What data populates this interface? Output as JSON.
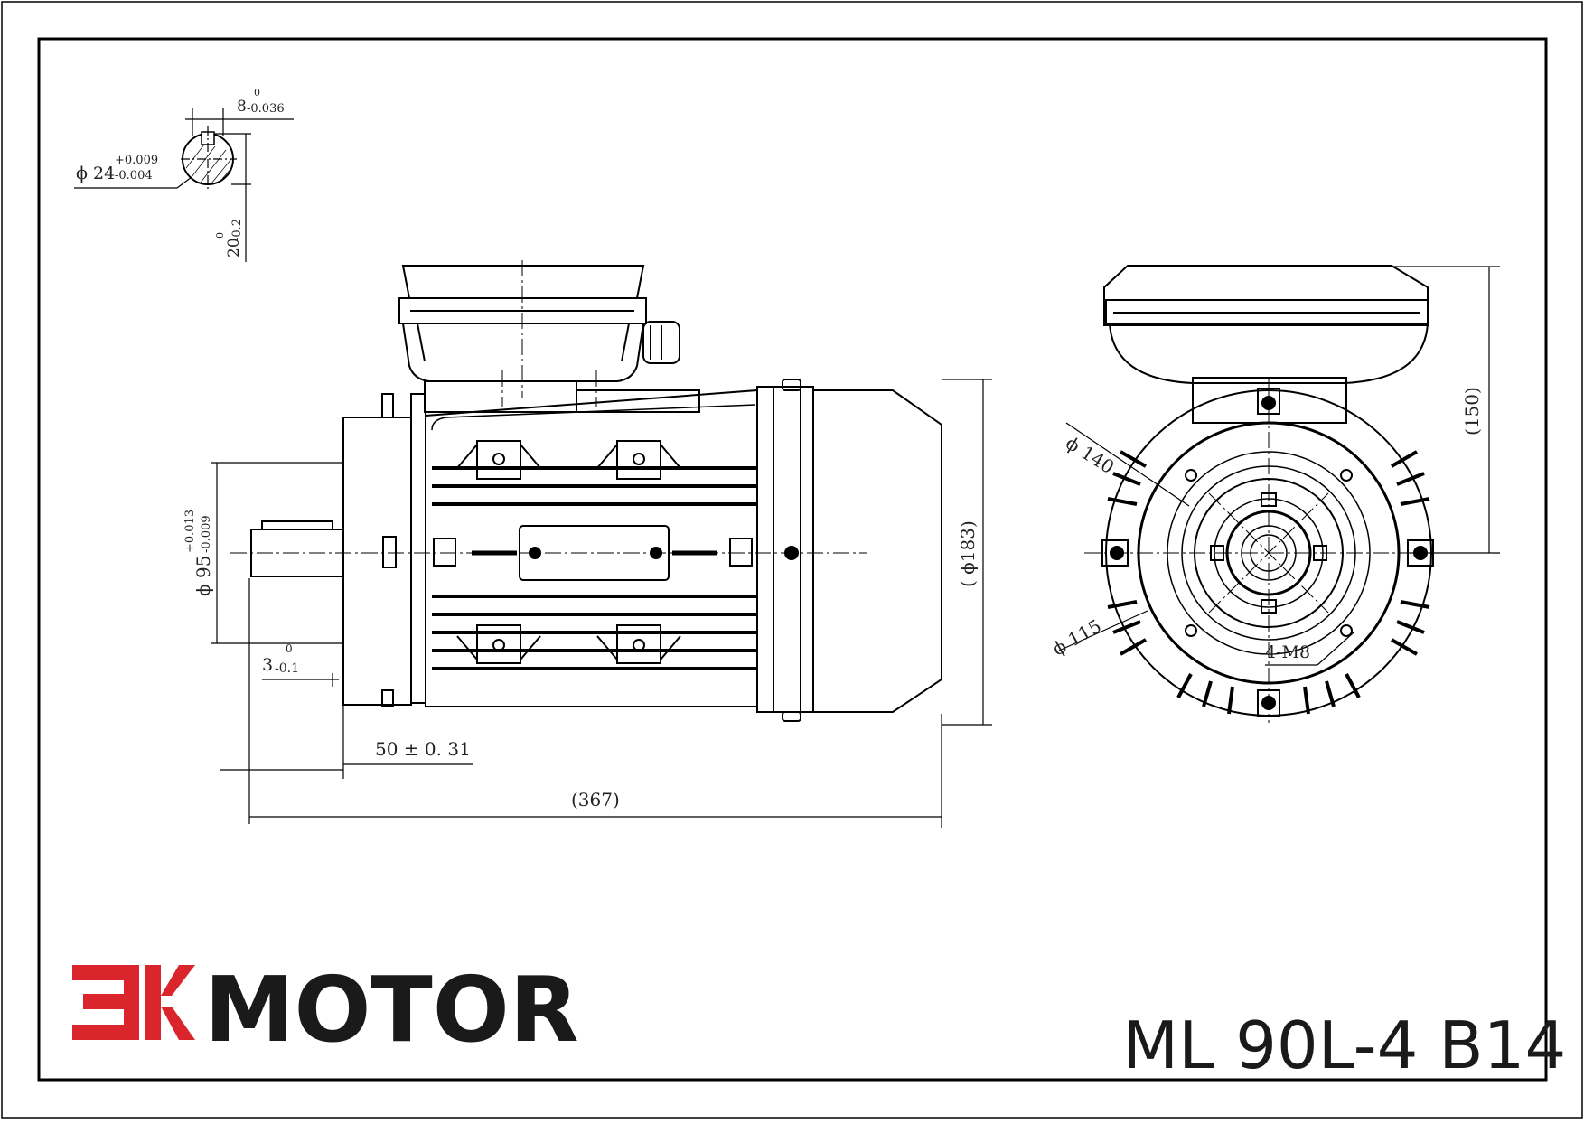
{
  "colors": {
    "line": "#000000",
    "brand_red": "#d9252b",
    "text_dark": "#1a1a1a"
  },
  "shaft_key": {
    "key_width": "8",
    "key_width_upper": "0",
    "key_width_lower": "-0.036",
    "shaft_diameter": "ϕ 24",
    "shaft_tol_upper": "+0.009",
    "shaft_tol_lower": "-0.004",
    "key_depth": "20",
    "key_depth_upper": "0",
    "key_depth_lower": "-0.2"
  },
  "side_view": {
    "flange_diameter": "ϕ 95",
    "flange_tol_upper": "+0.013",
    "flange_tol_lower": "-0.009",
    "spigot": "3",
    "spigot_upper": "0",
    "spigot_lower": "-0.1",
    "shaft_length": "50 ± 0. 31",
    "overall_length": "(367)",
    "body_diameter": "( ϕ183)"
  },
  "end_view": {
    "pcd_outer": "ϕ 140",
    "pcd_inner": "ϕ 115",
    "holes": "4-M8",
    "height": "(150)"
  },
  "brand": {
    "logo_mark": "ƎK",
    "name": "MOTOR"
  },
  "model": "ML 90L-4 B14"
}
